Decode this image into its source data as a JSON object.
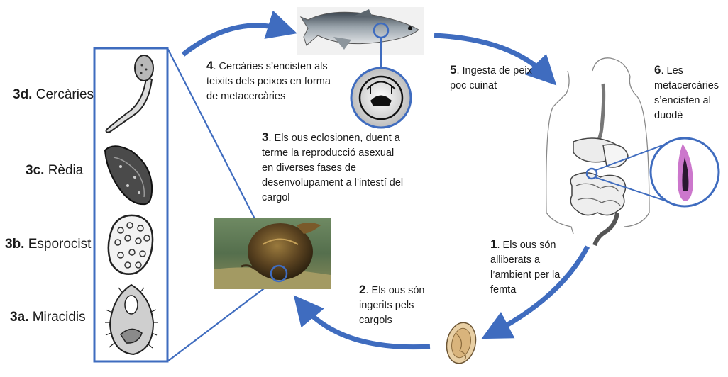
{
  "colors": {
    "accent_blue": "#3f6cbf",
    "organism_pink": "#cc77cc",
    "egg_fill": "#e8cfa4"
  },
  "stages": [
    {
      "code": "3d.",
      "name": "Cercàries"
    },
    {
      "code": "3c.",
      "name": "Rèdia"
    },
    {
      "code": "3b.",
      "name": "Esporocist"
    },
    {
      "code": "3a.",
      "name": "Miracidis"
    }
  ],
  "steps": [
    {
      "num": "1",
      "text": ". Els ous són alliberats a l’ambient per la femta"
    },
    {
      "num": "2",
      "text": ". Els ous són ingerits pels cargols"
    },
    {
      "num": "3",
      "text": ". Els ous eclosionen, duent a terme la reproducció asexual en diverses fases de desenvolupament a l’intestí del cargol"
    },
    {
      "num": "4",
      "text": ". Cercàries s’encisten als teixits dels peixos en forma de metacercàries"
    },
    {
      "num": "5",
      "text": ". Ingesta de peix poc cuinat"
    },
    {
      "num": "6",
      "text": ". Les metacercàries s’encisten al duodè"
    }
  ],
  "images": {
    "fish": "fish-photo",
    "snail": "snail-photo",
    "human": "human-digestive-tract",
    "egg": "egg-illustration"
  }
}
